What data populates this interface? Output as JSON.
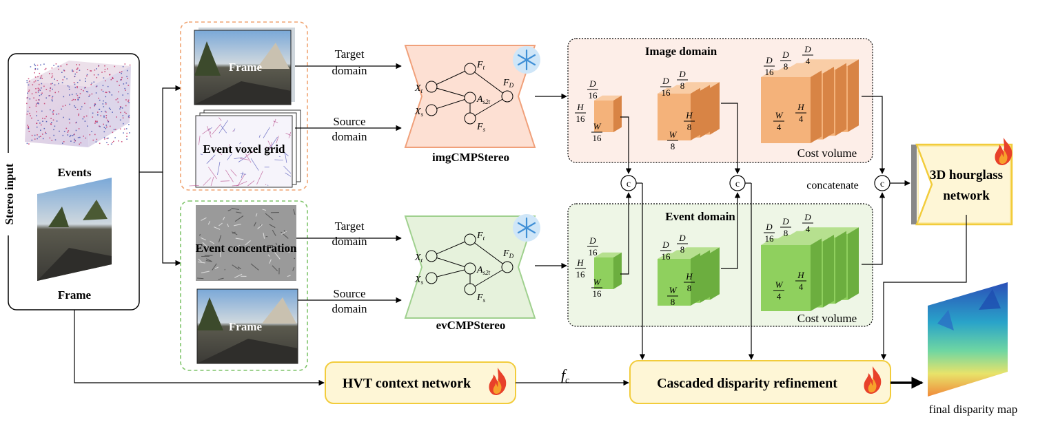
{
  "stereo_input": {
    "label": "Stereo input",
    "events_label": "Events",
    "frame_label": "Frame"
  },
  "image_group": {
    "frame_label": "Frame",
    "voxel_label": "Event voxel grid",
    "target_label_1": "Target",
    "target_label_2": "domain",
    "source_label_1": "Source",
    "source_label_2": "domain"
  },
  "event_group": {
    "concentration_label": "Event concentration",
    "frame_label": "Frame",
    "target_label_1": "Target",
    "target_label_2": "domain",
    "source_label_1": "Source",
    "source_label_2": "domain"
  },
  "img_model": {
    "name": "imgCMPStereo",
    "symbols": {
      "xt": "X",
      "xt_sub": "t",
      "xs": "X",
      "xs_sub": "s",
      "ft": "F",
      "ft_sub": "t",
      "a": "A",
      "a_sub": "s2t",
      "fs": "F",
      "fs_sub": "s",
      "fd": "F",
      "fd_sub": "D"
    },
    "icon": "snowflake-icon"
  },
  "ev_model": {
    "name": "evCMPStereo",
    "symbols": {
      "xt": "X",
      "xt_sub": "t",
      "xs": "X",
      "xs_sub": "s",
      "ft": "F",
      "ft_sub": "t",
      "a": "A",
      "a_sub": "s2t",
      "fs": "F",
      "fs_sub": "s",
      "fd": "F",
      "fd_sub": "D"
    },
    "icon": "snowflake-icon"
  },
  "image_domain": {
    "title": "Image domain",
    "caption": "Cost volume",
    "color_front": "#f4b27a",
    "color_top": "#f9cda6",
    "color_side": "#d88445"
  },
  "event_domain": {
    "title": "Event domain",
    "caption": "Cost volume",
    "color_front": "#8fd05e",
    "color_top": "#b6e08f",
    "color_side": "#6cae3f"
  },
  "fractions": {
    "d16_n": "D",
    "d16_d": "16",
    "h16_n": "H",
    "h16_d": "16",
    "w16_n": "W",
    "w16_d": "16",
    "d8_n": "D",
    "d8_d": "8",
    "h8_n": "H",
    "h8_d": "8",
    "w8_n": "W",
    "w8_d": "8",
    "d4_n": "D",
    "d4_d": "4",
    "h4_n": "H",
    "h4_d": "4",
    "w4_n": "W",
    "w4_d": "4"
  },
  "concat": {
    "symbol": "c",
    "label": "concatenate"
  },
  "hourglass": {
    "line1": "3D hourglass",
    "line2": "network",
    "icon": "fire-icon"
  },
  "hvt": {
    "label": "HVT context network",
    "icon": "fire-icon"
  },
  "fc": {
    "symbol": "f",
    "sub": "c"
  },
  "refine": {
    "label": "Cascaded disparity refinement",
    "icon": "fire-icon"
  },
  "output": {
    "label": "final disparity map"
  }
}
